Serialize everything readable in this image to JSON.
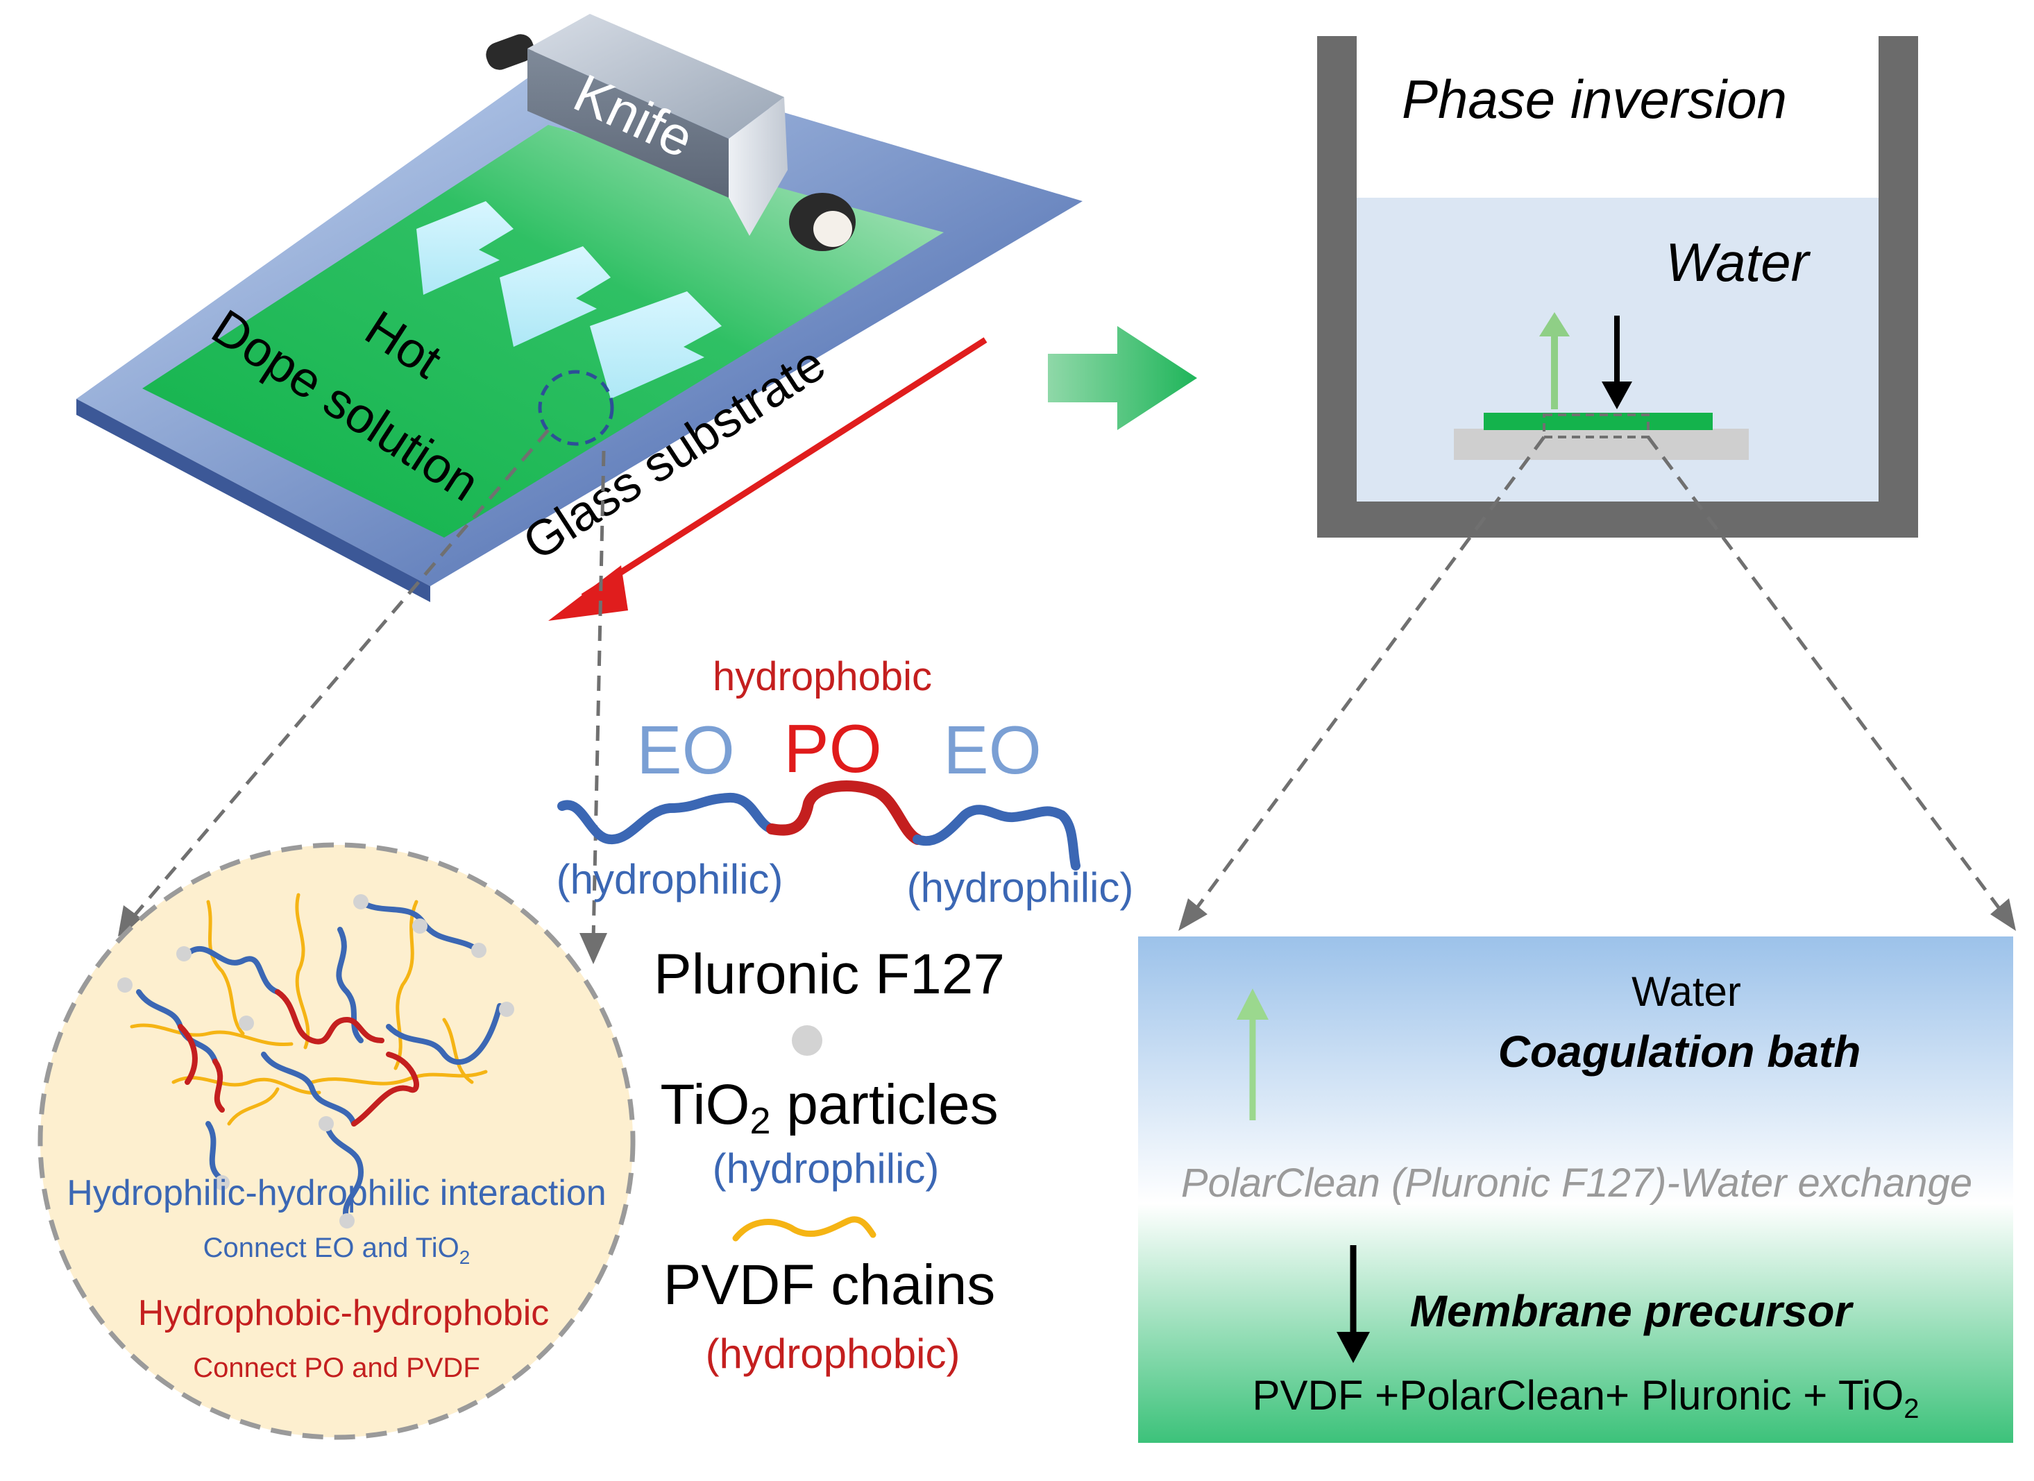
{
  "casting": {
    "knife_label": "Knife",
    "hot_label": "Hot",
    "dope_label": "Dope solution",
    "glass_label": "Glass substrate"
  },
  "bath": {
    "phase_label": "Phase inversion",
    "water_label": "Water"
  },
  "molecule": {
    "hydrophobic_label": "hydrophobic",
    "eo_left": "EO",
    "po": "PO",
    "eo_right": "EO",
    "hydrophilic_left": "(hydrophilic)",
    "hydrophilic_right": "(hydrophilic)"
  },
  "legend": {
    "pluronic": "Pluronic F127",
    "tio2_main": "TiO",
    "tio2_sub": "2",
    "tio2_rest": " particles",
    "tio2_note": "(hydrophilic)",
    "pvdf": "PVDF chains",
    "pvdf_note": "(hydrophobic)"
  },
  "interaction": {
    "philic_title": "Hydrophilic-hydrophilic interaction",
    "philic_sub_main": "Connect EO and TiO",
    "philic_sub_sub": "2",
    "phobic_title": "Hydrophobic-hydrophobic",
    "phobic_sub": "Connect PO and PVDF"
  },
  "membrane": {
    "water": "Water",
    "coag": "Coagulation  bath",
    "exchange": "PolarClean (Pluronic F127)-Water exchange",
    "precursor": "Membrane precursor",
    "formula_main": "PVDF +PolarClean+ Pluronic  + TiO",
    "formula_sub": "2"
  },
  "colors": {
    "green": "#22b55a",
    "blue_chain": "#3b67b4",
    "red_chain": "#c41f1f",
    "yellow_chain": "#f5b414",
    "eo_text": "#7a9fd4",
    "po_text": "#e01b1b",
    "beaker": "#6d6d6d"
  }
}
